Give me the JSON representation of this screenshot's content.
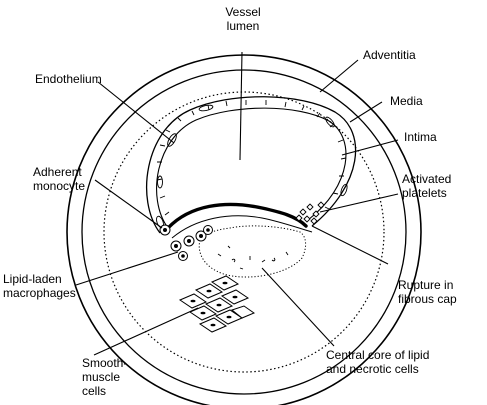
{
  "labels": {
    "vessel_lumen": [
      "Vessel",
      "lumen"
    ],
    "endothelium": "Endothelium",
    "adventitia": "Adventitia",
    "media": "Media",
    "intima": "Intima",
    "adherent_monocyte": [
      "Adherent",
      "monocyte"
    ],
    "activated_platelets": [
      "Activated",
      "platelets"
    ],
    "lipid_laden_macrophages": [
      "Lipid-laden",
      "macrophages"
    ],
    "rupture_fibrous_cap": [
      "Rupture in",
      "fibrous cap"
    ],
    "smooth_muscle_cells": [
      "Smooth-",
      "muscle",
      "cells"
    ],
    "central_core": [
      "Central core of lipid",
      "and necrotic cells"
    ]
  }
}
